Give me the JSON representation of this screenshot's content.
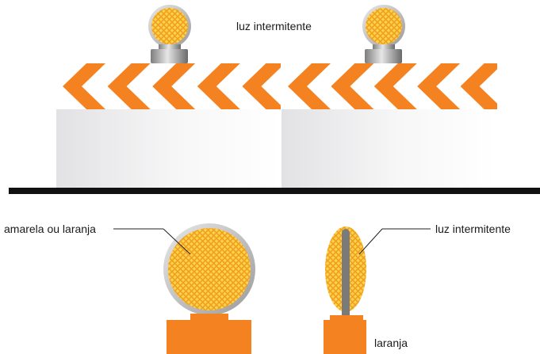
{
  "labels": {
    "top_light": "luz intermitente",
    "front_lens": "amarela ou laranja",
    "side_light": "luz intermitente",
    "base": "laranja"
  },
  "colors": {
    "stripe_orange": "#f58220",
    "lens_yellow": "#ffd24a",
    "lens_grid": "#f0a020",
    "board_white": "#f4f4f4",
    "ground": "#111111",
    "base_orange": "#f58220"
  },
  "barricade": {
    "panels": 2,
    "chevrons_per_panel": 5,
    "chevron_direction": "left"
  },
  "icons": {
    "flashing_light": "warning-light-icon",
    "chevron": "chevron-left-icon"
  }
}
